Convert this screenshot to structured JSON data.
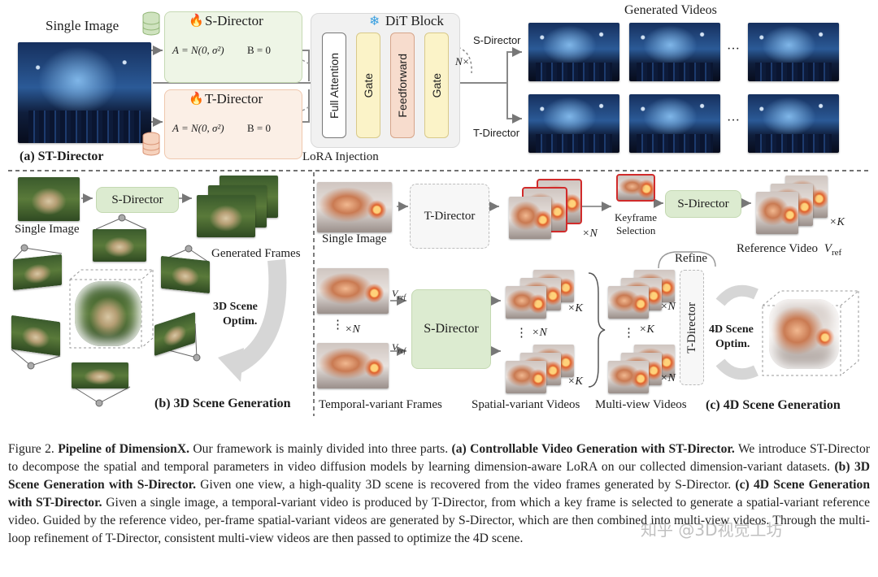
{
  "panel_a": {
    "single_image": "Single Image",
    "generated_videos": "Generated Videos",
    "s_director_title": "S-Director",
    "t_director_title": "T-Director",
    "a_formula": "A = N(0, σ²)",
    "b_formula": "B = 0",
    "dit_block": "DiT Block",
    "full_attention": "Full Attention",
    "gate": "Gate",
    "feedforward": "Feedforward",
    "n_times": "N×",
    "s_director_branch": "S-Director",
    "t_director_branch": "T-Director",
    "lora_injection": "LoRA Injection",
    "ellipsis": "···",
    "panel_label": "(a) ST-Director"
  },
  "panel_b": {
    "s_director": "S-Director",
    "single_image": "Single Image",
    "generated_frames": "Generated Frames",
    "optim_line1": "3D Scene",
    "optim_line2": "Optim.",
    "panel_label": "(b) 3D Scene Generation"
  },
  "panel_c": {
    "t_director": "T-Director",
    "s_director_top": "S-Director",
    "s_director_mid": "S-Director",
    "t_director_vertical": "T-Director",
    "single_image": "Single Image",
    "times_n": "×N",
    "times_k": "×K",
    "keyframe_line1": "Keyframe",
    "keyframe_line2": "Selection",
    "reference_video": "Reference Video",
    "v_ref": "V",
    "v_ref_sub": "ref",
    "refine": "Refine",
    "optim_line1": "4D Scene",
    "optim_line2": "Optim.",
    "vdots": "⋮",
    "temporal_variant": "Temporal-variant Frames",
    "spatial_variant": "Spatial-variant Videos",
    "multi_view": "Multi-view Videos",
    "panel_label": "(c) 4D Scene Generation"
  },
  "caption": {
    "figure_label": "Figure 2.",
    "title": "Pipeline of DimensionX.",
    "intro": "Our framework is mainly divided into three parts.",
    "part_a_title": "(a) Controllable Video Generation with ST-Director.",
    "part_a_text": "We introduce ST-Director to decompose the spatial and temporal parameters in video diffusion models by learning dimension-aware LoRA on our collected dimension-variant datasets.",
    "part_b_title": "(b) 3D Scene Generation with S-Director.",
    "part_b_text": "Given one view, a high-quality 3D scene is recovered from the video frames generated by S-Director.",
    "part_c_title": "(c) 4D Scene Generation with ST-Director.",
    "part_c_text": "Given a single image, a temporal-variant video is produced by T-Director, from which a key frame is selected to generate a spatial-variant reference video. Guided by the reference video, per-frame spatial-variant videos are generated by S-Director, which are then combined into multi-view videos. Through the multi-loop refinement of T-Director, consistent multi-view videos are then passed to optimize the 4D scene."
  },
  "watermark": "知乎 @3D视觉工坊",
  "colors": {
    "s_director_green": "#dcebd0",
    "t_director_orange": "#fbefe6",
    "trapezoid_blue": "#b9d3ee",
    "gate_yellow": "#fbf3c8",
    "feedforward_pink": "#f7dccd",
    "keyframe_red": "#d12b2b"
  }
}
